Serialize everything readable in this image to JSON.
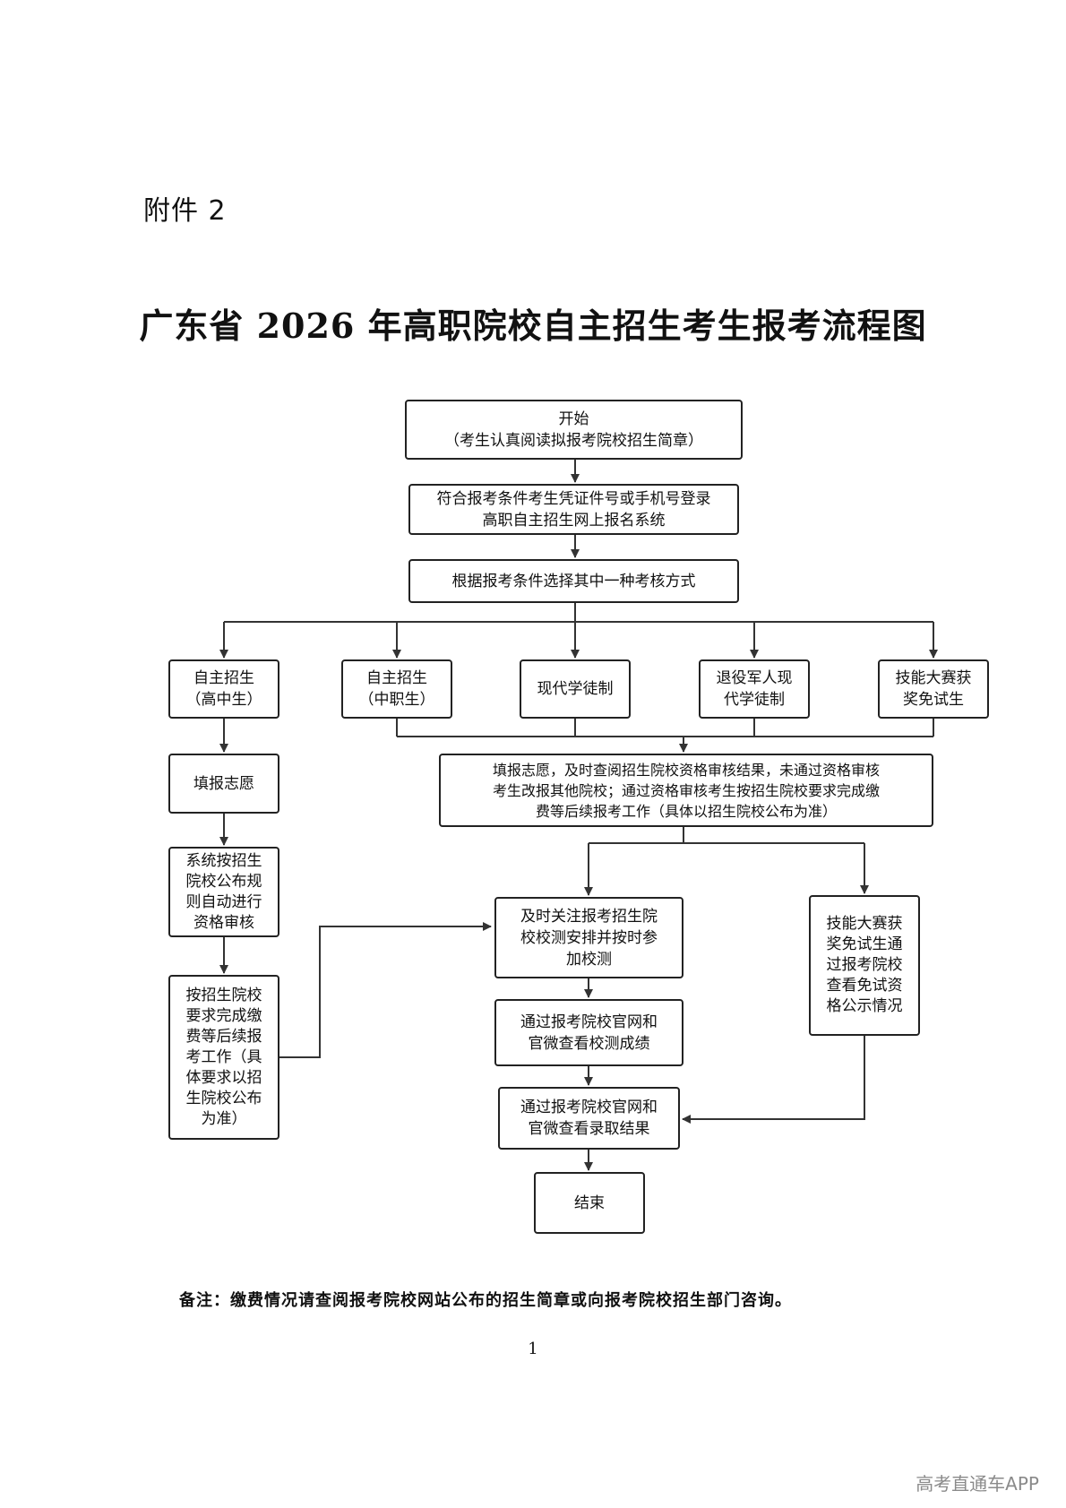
{
  "header": {
    "attachment": "附件 2"
  },
  "title": "广东省 2026 年高职院校自主招生考生报考流程图",
  "nodes": {
    "start": "开始\n（考生认真阅读拟报考院校招生简章）",
    "login": "符合报考条件考生凭证件号或手机号登录\n高职自主招生网上报名系统",
    "choose": "根据报考条件选择其中一种考核方式",
    "high_school": "自主招生\n（高中生）",
    "vocational": "自主招生\n（中职生）",
    "apprentice": "现代学徒制",
    "veteran": "退役军人现\n代学徒制",
    "skills": "技能大赛获\n奖免试生",
    "fill_wish": "填报志愿",
    "fill_review": "填报志愿，及时查阅招生院校资格审核结果，未通过资格审核\n考生改报其他院校；通过资格审核考生按招生院校要求完成缴\n费等后续报考工作（具体以招生院校公布为准）",
    "auto_review": "系统按招生\n院校公布规\n则自动进行\n资格审核",
    "pay_left": "按招生院校\n要求完成缴\n费等后续报\n考工作（具\n体要求以招\n生院校公布\n为准）",
    "attend_test": "及时关注报考招生院\n校校测安排并按时参\n加校测",
    "check_score": "通过报考院校官网和\n官微查看校测成绩",
    "skills_check": "技能大赛获\n奖免试生通\n过报考院校\n查看免试资\n格公示情况",
    "check_admit": "通过报考院校官网和\n官微查看录取结果",
    "end": "结束"
  },
  "note": "备注：缴费情况请查阅报考院校网站公布的招生简章或向报考院校招生部门咨询。",
  "page_number": "1",
  "watermark": "高考直通车APP"
}
